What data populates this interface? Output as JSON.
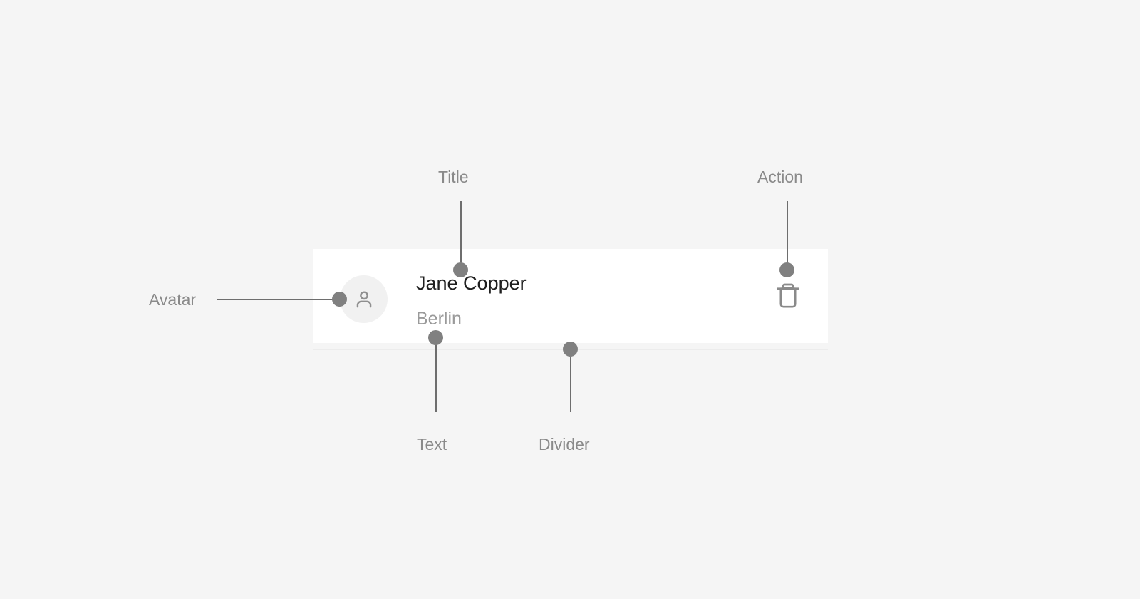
{
  "canvas": {
    "background_color": "#f5f5f5"
  },
  "component": {
    "name": "list-item",
    "background_color": "#ffffff",
    "avatar": {
      "icon": "person-icon",
      "background_color": "#f1f1f1",
      "icon_color": "#8f8f8f"
    },
    "title": "Jane Copper",
    "subtitle": "Berlin",
    "action": {
      "icon": "trash-icon",
      "icon_color": "#8a8a8a"
    },
    "divider": {
      "color": "#ececec"
    }
  },
  "annotations": [
    {
      "id": "avatar",
      "label": "Avatar",
      "dot_color": "#808080",
      "line_color": "#6e6e6e"
    },
    {
      "id": "title",
      "label": "Title",
      "dot_color": "#808080",
      "line_color": "#6e6e6e"
    },
    {
      "id": "action",
      "label": "Action",
      "dot_color": "#808080",
      "line_color": "#6e6e6e"
    },
    {
      "id": "text",
      "label": "Text",
      "dot_color": "#808080",
      "line_color": "#6e6e6e"
    },
    {
      "id": "divider",
      "label": "Divider",
      "dot_color": "#808080",
      "line_color": "#6e6e6e"
    }
  ]
}
